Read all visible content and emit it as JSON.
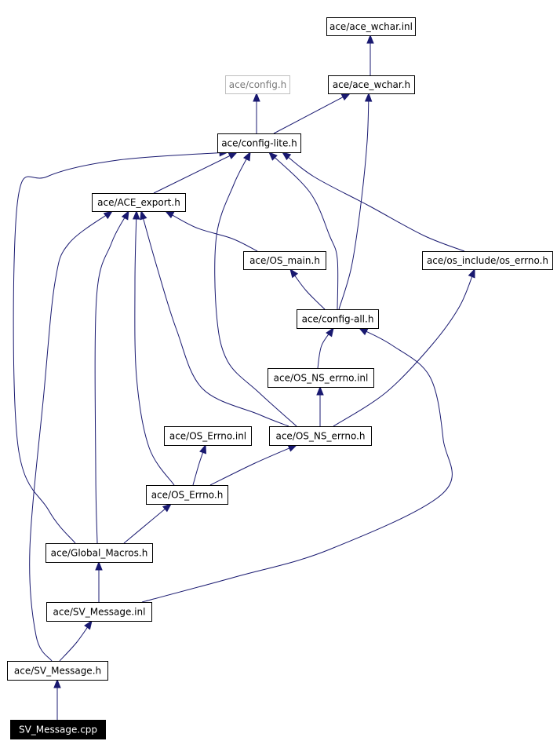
{
  "nodes": [
    {
      "id": "ace_wchar_inl",
      "label": "ace/ace_wchar.inl",
      "style": "normal"
    },
    {
      "id": "config_h",
      "label": "ace/config.h",
      "style": "dim"
    },
    {
      "id": "ace_wchar_h",
      "label": "ace/ace_wchar.h",
      "style": "normal"
    },
    {
      "id": "config_lite_h",
      "label": "ace/config-lite.h",
      "style": "normal"
    },
    {
      "id": "ace_export_h",
      "label": "ace/ACE_export.h",
      "style": "normal"
    },
    {
      "id": "os_main_h",
      "label": "ace/OS_main.h",
      "style": "normal"
    },
    {
      "id": "os_errno_h",
      "label": "ace/os_include/os_errno.h",
      "style": "normal"
    },
    {
      "id": "config_all_h",
      "label": "ace/config-all.h",
      "style": "normal"
    },
    {
      "id": "os_ns_errno_inl",
      "label": "ace/OS_NS_errno.inl",
      "style": "normal"
    },
    {
      "id": "os_errno_inl",
      "label": "ace/OS_Errno.inl",
      "style": "normal"
    },
    {
      "id": "os_ns_errno_h",
      "label": "ace/OS_NS_errno.h",
      "style": "normal"
    },
    {
      "id": "os_errno_h2",
      "label": "ace/OS_Errno.h",
      "style": "normal"
    },
    {
      "id": "global_macros_h",
      "label": "ace/Global_Macros.h",
      "style": "normal"
    },
    {
      "id": "sv_message_inl",
      "label": "ace/SV_Message.inl",
      "style": "normal"
    },
    {
      "id": "sv_message_h",
      "label": "ace/SV_Message.h",
      "style": "normal"
    },
    {
      "id": "sv_message_cpp",
      "label": "SV_Message.cpp",
      "style": "current"
    }
  ],
  "edges": [
    {
      "from": "ace_wchar_h",
      "to": "ace_wchar_inl"
    },
    {
      "from": "config_lite_h",
      "to": "config_h"
    },
    {
      "from": "config_lite_h",
      "to": "ace_wchar_h"
    },
    {
      "from": "ace_export_h",
      "to": "config_lite_h"
    },
    {
      "from": "global_macros_h",
      "to": "config_lite_h"
    },
    {
      "from": "os_ns_errno_h",
      "to": "config_lite_h"
    },
    {
      "from": "config_all_h",
      "to": "config_lite_h"
    },
    {
      "from": "os_errno_h",
      "to": "config_lite_h"
    },
    {
      "from": "config_all_h",
      "to": "ace_wchar_h"
    },
    {
      "from": "os_main_h",
      "to": "ace_export_h"
    },
    {
      "from": "config_all_h",
      "to": "os_main_h"
    },
    {
      "from": "os_ns_errno_inl",
      "to": "config_all_h"
    },
    {
      "from": "os_ns_errno_h",
      "to": "os_ns_errno_inl"
    },
    {
      "from": "os_ns_errno_h",
      "to": "os_errno_h"
    },
    {
      "from": "os_ns_errno_h",
      "to": "ace_export_h"
    },
    {
      "from": "os_errno_h2",
      "to": "os_errno_inl"
    },
    {
      "from": "os_errno_h2",
      "to": "os_ns_errno_h"
    },
    {
      "from": "os_errno_h2",
      "to": "ace_export_h"
    },
    {
      "from": "global_macros_h",
      "to": "os_errno_h2"
    },
    {
      "from": "global_macros_h",
      "to": "ace_export_h"
    },
    {
      "from": "sv_message_inl",
      "to": "global_macros_h"
    },
    {
      "from": "sv_message_inl",
      "to": "config_all_h"
    },
    {
      "from": "sv_message_h",
      "to": "sv_message_inl"
    },
    {
      "from": "sv_message_h",
      "to": "ace_export_h"
    },
    {
      "from": "sv_message_cpp",
      "to": "sv_message_h"
    }
  ]
}
